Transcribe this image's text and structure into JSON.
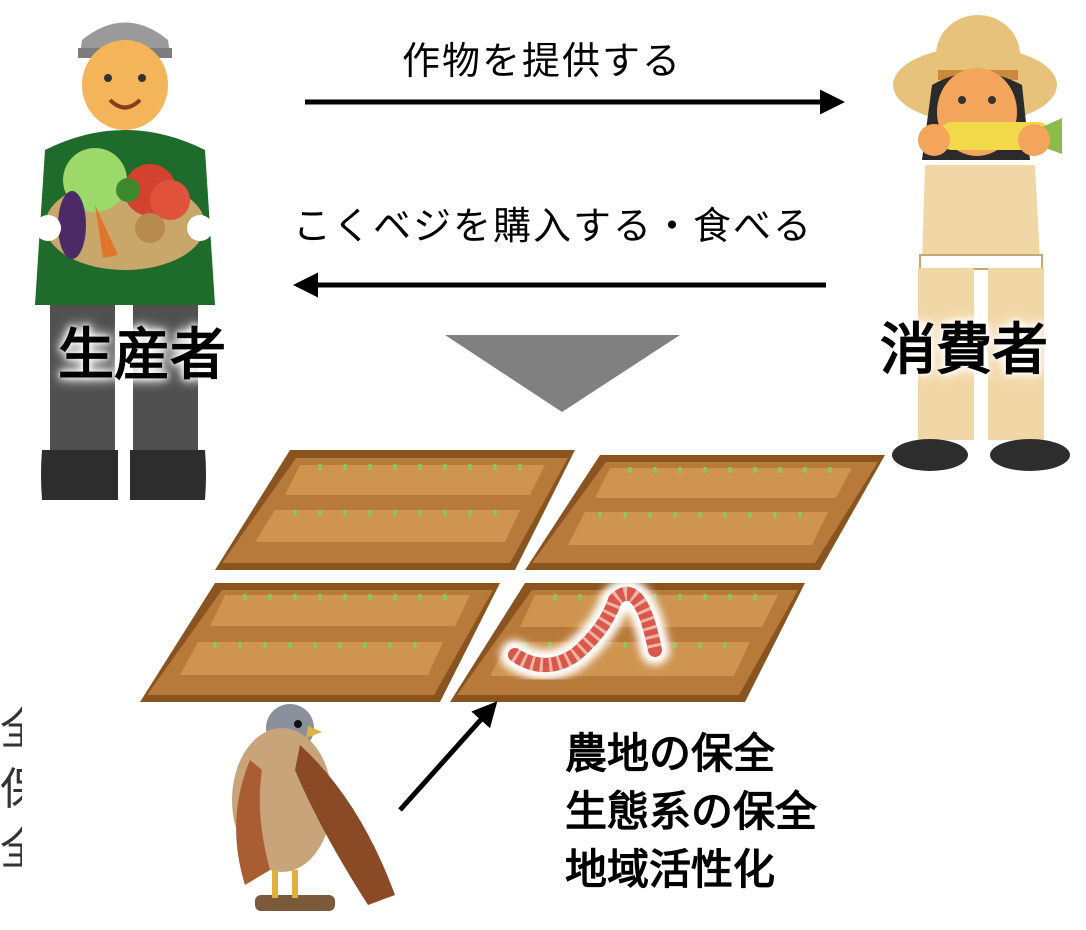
{
  "flows": {
    "provide_crops": "作物を提供する",
    "buy_and_eat": "こくベジを購入する・食べる"
  },
  "roles": {
    "producer": "生産者",
    "consumer": "消費者"
  },
  "benefits": [
    "農地の保全",
    "生態系の保全",
    "地域活性化"
  ],
  "left_edge_fragment": [
    "全",
    "保",
    "全"
  ],
  "colors": {
    "arrow": "#000000",
    "down_triangle": "#808080",
    "field_border": "#8a5420",
    "field_soil": "#b87a3a",
    "ridge": "#cf9450",
    "sprout": "#7fcf5a",
    "worm": "#d9584a"
  }
}
